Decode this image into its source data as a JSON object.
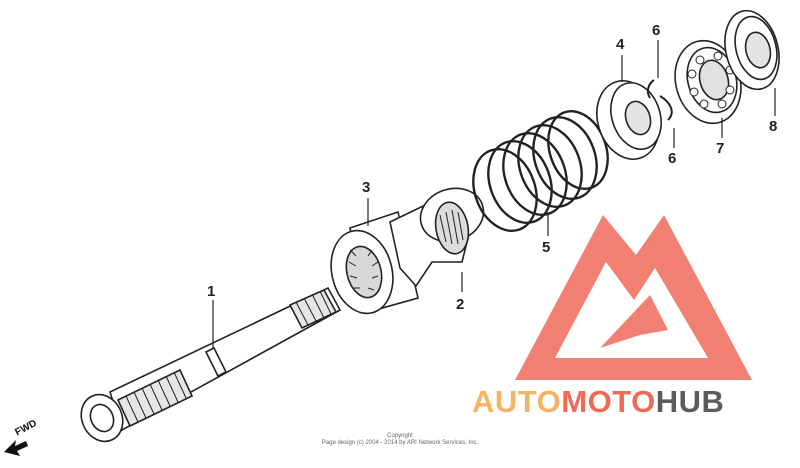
{
  "callouts": [
    "1",
    "2",
    "3",
    "4",
    "5",
    "6",
    "6",
    "7",
    "8"
  ],
  "fwd_label": "FWD",
  "copyright": {
    "line1": "Copyright",
    "line2": "Page design (c) 2004 - 2014 by ARI Network Services, Inc."
  },
  "watermark": {
    "part1": "AUTO",
    "part2": "MOTO",
    "part3": "HUB",
    "colors": {
      "orange": "#f5b462",
      "red": "#f06a5a",
      "gray": "#5c5c5c"
    }
  }
}
